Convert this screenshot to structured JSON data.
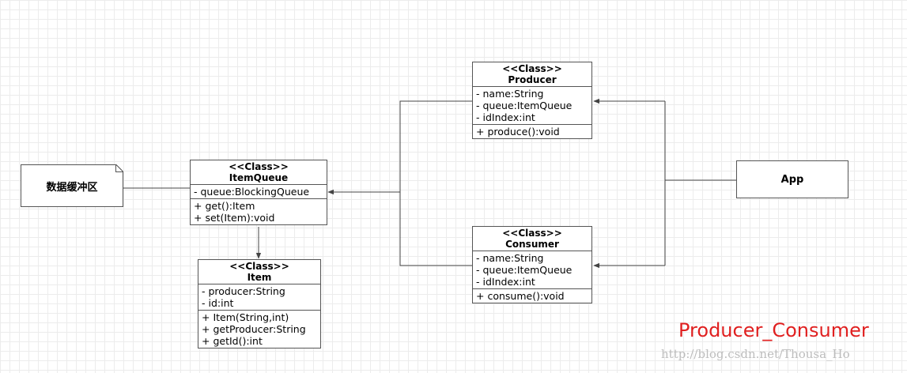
{
  "note": {
    "text": "数据缓冲区"
  },
  "app": {
    "label": "App"
  },
  "classes": {
    "item_queue": {
      "stereotype": "<<Class>>",
      "name": "ItemQueue",
      "attributes": [
        "- queue:BlockingQueue"
      ],
      "operations": [
        "+ get():Item",
        "+ set(Item):void"
      ]
    },
    "item": {
      "stereotype": "<<Class>>",
      "name": "Item",
      "attributes": [
        "- producer:String",
        "- id:int"
      ],
      "operations": [
        "+ Item(String,int)",
        "+ getProducer:String",
        "+ getId():int"
      ]
    },
    "producer": {
      "stereotype": "<<Class>>",
      "name": "Producer",
      "attributes": [
        "- name:String",
        "- queue:ItemQueue",
        "- idIndex:int"
      ],
      "operations": [
        "+ produce():void"
      ]
    },
    "consumer": {
      "stereotype": "<<Class>>",
      "name": "Consumer",
      "attributes": [
        "- name:String",
        "- queue:ItemQueue",
        "- idIndex:int"
      ],
      "operations": [
        "+ consume():void"
      ]
    }
  },
  "caption": "Producer_Consumer",
  "watermark": "http://blog.csdn.net/Thousa_Ho",
  "colors": {
    "caption": "#e02020",
    "line": "#444444",
    "border": "#555555"
  }
}
